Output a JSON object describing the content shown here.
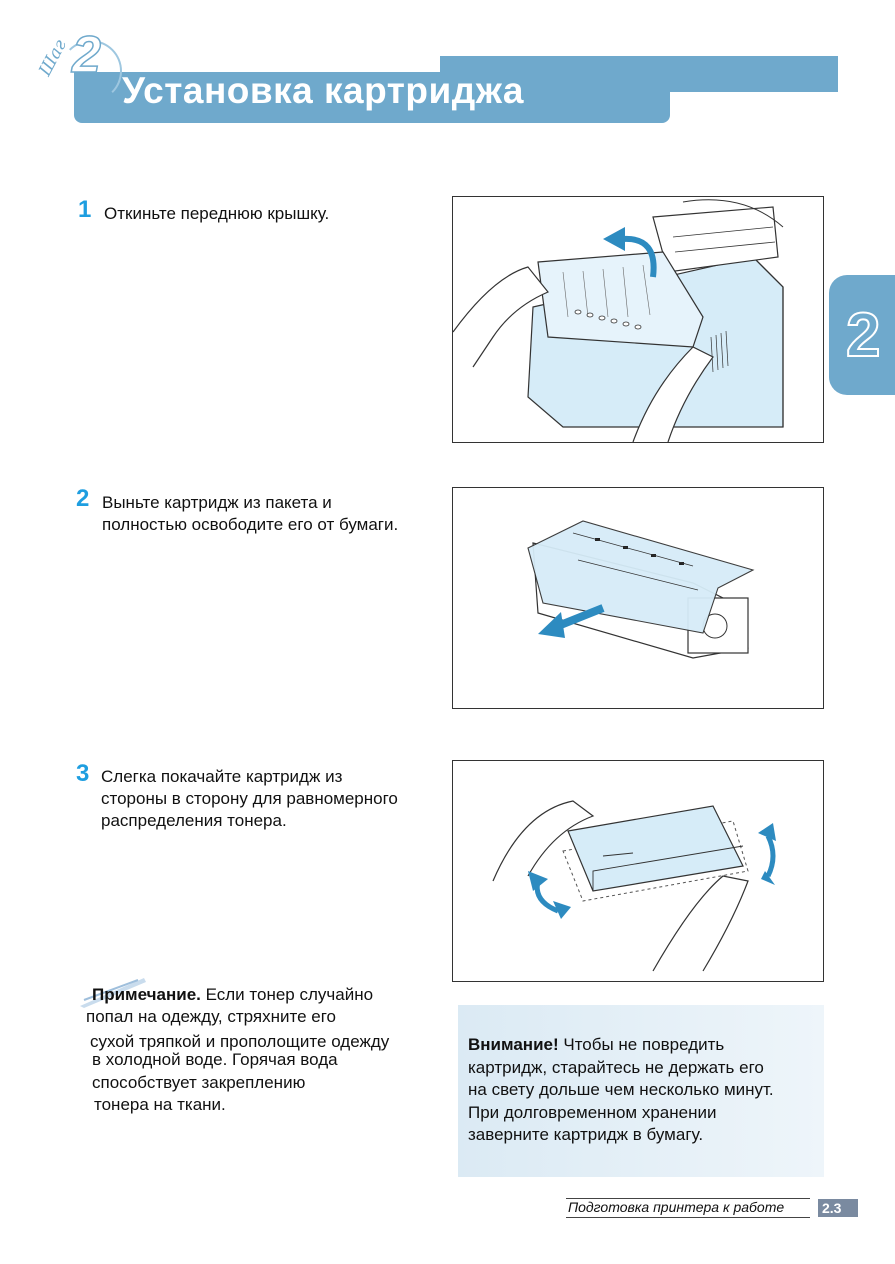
{
  "header": {
    "step_word": "Шаг",
    "step_number": "2",
    "title": "Установка картриджа"
  },
  "side_tab": {
    "number": "2"
  },
  "steps": [
    {
      "number": "1",
      "lines": [
        "Откиньте переднюю крышку."
      ]
    },
    {
      "number": "2",
      "lines": [
        "Выньте картридж из пакета и",
        "полностью освободите его от бумаги."
      ]
    },
    {
      "number": "3",
      "lines": [
        "Слегка покачайте картридж из",
        "стороны в сторону для равномерного",
        "распределения тонера."
      ]
    }
  ],
  "note": {
    "label": "Примечание.",
    "first_line_rest": " Если тонер случайно",
    "lines": [
      "попал на одежду, стряхните его",
      "сухой тряпкой и прополощите одежду",
      "в холодной воде. Горячая вода",
      "способствует закреплению",
      "тонера на ткани."
    ]
  },
  "caution": {
    "label": "Внимание!",
    "first_line_rest": " Чтобы не повредить",
    "lines": [
      "картридж, старайтесь не держать его",
      "на свету дольше чем несколько минут.",
      "При долговременном хранении",
      "заверните картридж в бумагу."
    ]
  },
  "footer": {
    "section": "Подготовка принтера к работе",
    "page": "2.3"
  },
  "colors": {
    "accent_blue": "#6fa9cc",
    "step_number_blue": "#1e9ee0",
    "illustration_fill": "#d6ecf8",
    "arrow_blue": "#2d8bc0"
  }
}
